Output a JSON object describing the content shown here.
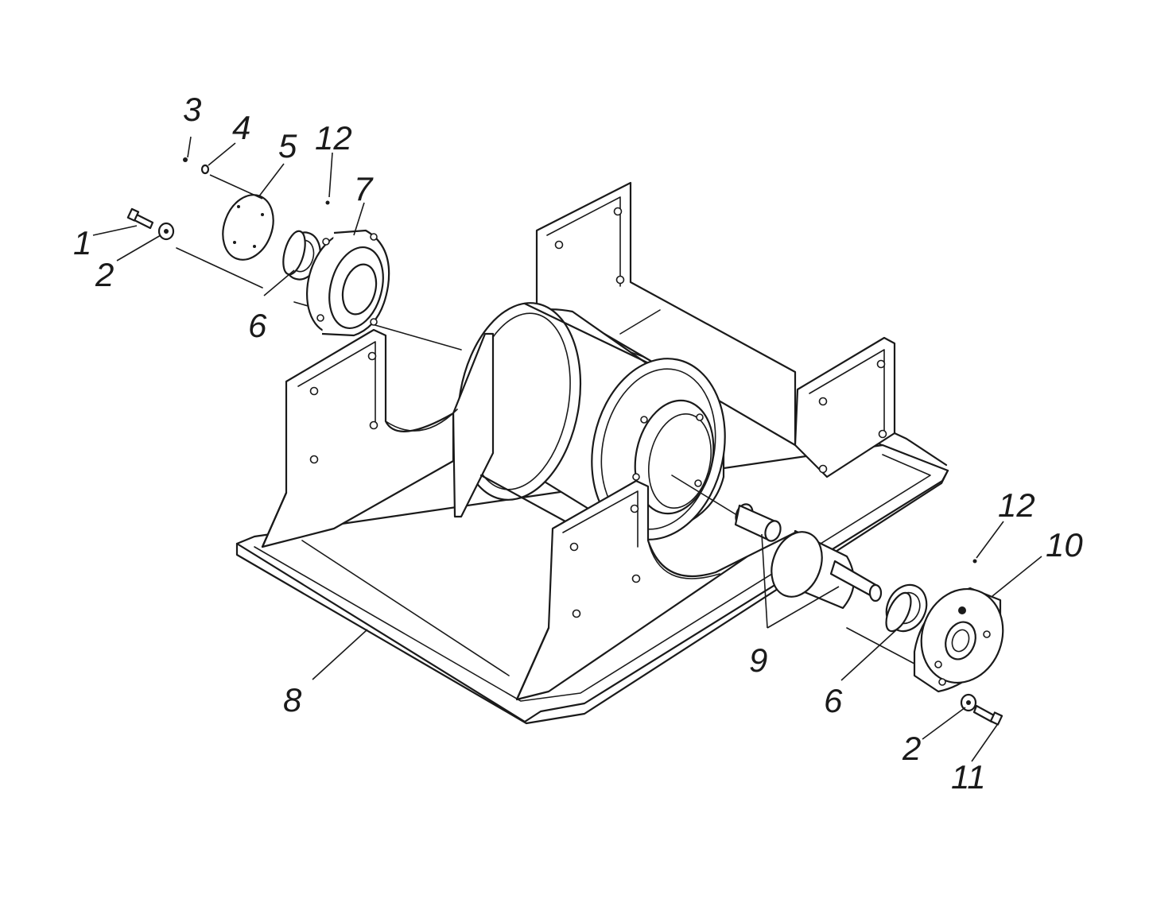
{
  "callouts": {
    "c1": "1",
    "c2a": "2",
    "c2b": "2",
    "c3": "3",
    "c4": "4",
    "c5": "5",
    "c6a": "6",
    "c6b": "6",
    "c7": "7",
    "c8": "8",
    "c9": "9",
    "c10": "10",
    "c11": "11",
    "c12a": "12",
    "c12b": "12"
  },
  "style": {
    "line_color": "#1a1a1a",
    "background": "#ffffff"
  }
}
